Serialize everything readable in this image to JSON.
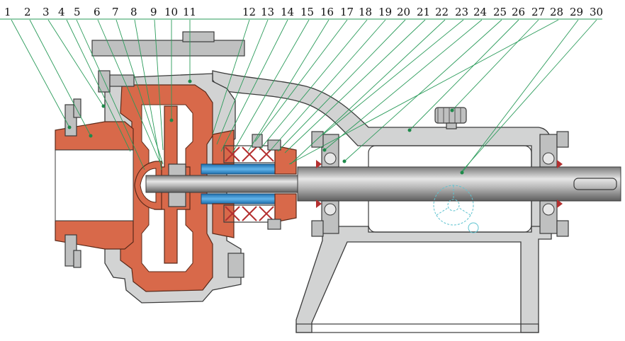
{
  "diagram": {
    "part_numbers": [
      "1",
      "2",
      "3",
      "4",
      "5",
      "6",
      "7",
      "8",
      "9",
      "10",
      "11",
      "12",
      "13",
      "14",
      "15",
      "16",
      "17",
      "18",
      "19",
      "20",
      "21",
      "22",
      "23",
      "24",
      "25",
      "26",
      "27",
      "28",
      "29",
      "30"
    ]
  },
  "colors": {
    "leader_line": "#2a9b5a",
    "lined_parts": "#d8694a",
    "casting": "#d2d3d3",
    "sleeve": "#2f8fd0",
    "shaft": "#9a9a9a"
  }
}
